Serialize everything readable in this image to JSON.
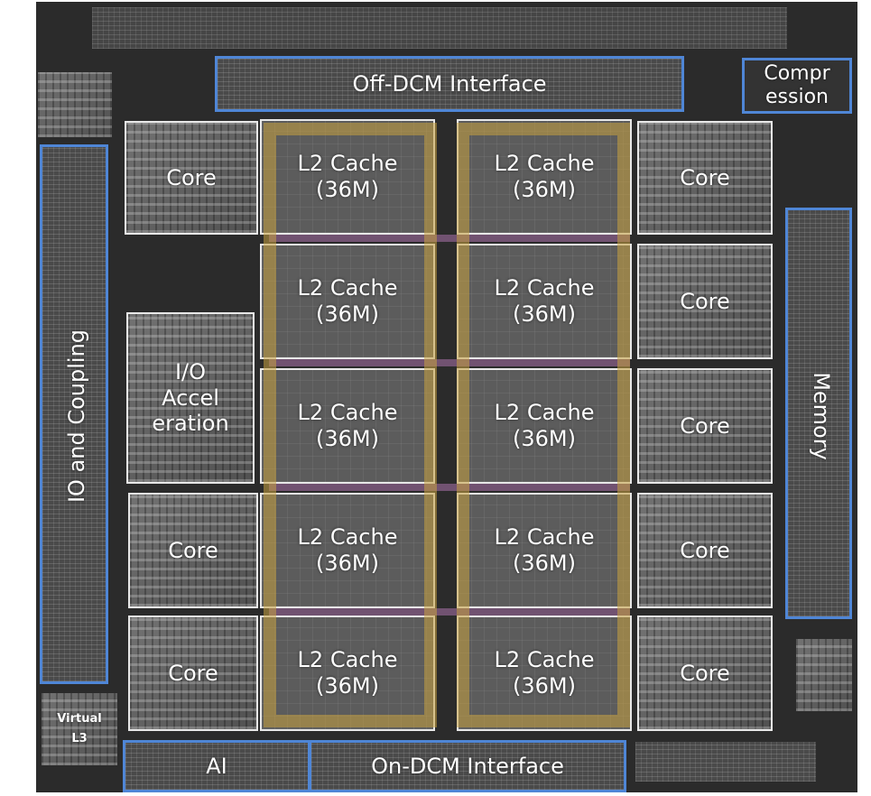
{
  "labels": {
    "off_dcm": "Off-DCM Interface",
    "compression": "Compr\nession",
    "io_coupling": "IO and Coupling",
    "memory": "Memory",
    "io_accel": "I/O\nAccel\neration",
    "ai": "AI",
    "on_dcm": "On-DCM Interface",
    "virtual_l3": "Virtual\nL3"
  },
  "cores": [
    {
      "label": "Core"
    },
    {
      "label": "Core"
    },
    {
      "label": "Core"
    },
    {
      "label": "Core"
    },
    {
      "label": "Core"
    },
    {
      "label": "Core"
    },
    {
      "label": "Core"
    },
    {
      "label": "Core"
    }
  ],
  "caches": [
    {
      "label": "L2 Cache\n(36M)"
    },
    {
      "label": "L2 Cache\n(36M)"
    },
    {
      "label": "L2 Cache\n(36M)"
    },
    {
      "label": "L2 Cache\n(36M)"
    },
    {
      "label": "L2 Cache\n(36M)"
    },
    {
      "label": "L2 Cache\n(36M)"
    },
    {
      "label": "L2 Cache\n(36M)"
    },
    {
      "label": "L2 Cache\n(36M)"
    },
    {
      "label": "L2 Cache\n(36M)"
    },
    {
      "label": "L2 Cache\n(36M)"
    }
  ],
  "colors": {
    "interface_border": "#4f86d6",
    "block_border": "#e8e8e8",
    "ring_highlight": "#c9a340",
    "crossbar_highlight": "#c882c8",
    "die_background": "#2b2b2b"
  }
}
